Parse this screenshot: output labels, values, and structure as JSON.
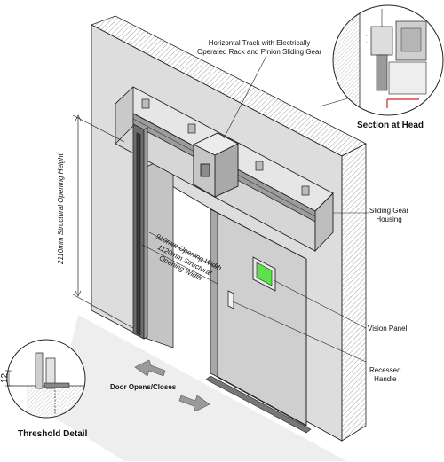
{
  "labels": {
    "track": [
      "Horizontal Track with Electrically",
      "Operated Rack and Pinion Sliding Gear"
    ],
    "section_head": "Section at Head",
    "housing": [
      "Sliding Gear",
      "Housing"
    ],
    "vision_panel": "Vision Panel",
    "handle": [
      "Recessed",
      "Handle"
    ],
    "door_opens": "Door Opens/Closes",
    "threshold": "Threshold Detail",
    "height_dim": "2110mm Structural Opening Height",
    "width_dim": [
      "910mm Opening Width",
      "1120mm Structural",
      "Opening Width"
    ],
    "threshold_dim": "12"
  },
  "colors": {
    "wall_face": "#dcdcdc",
    "wall_hatch": "#8a8a8a",
    "door": "#cfcfcf",
    "vision_panel": "#5be24a",
    "floor_shadow": "#ececec",
    "red_detail": "#d42020"
  }
}
